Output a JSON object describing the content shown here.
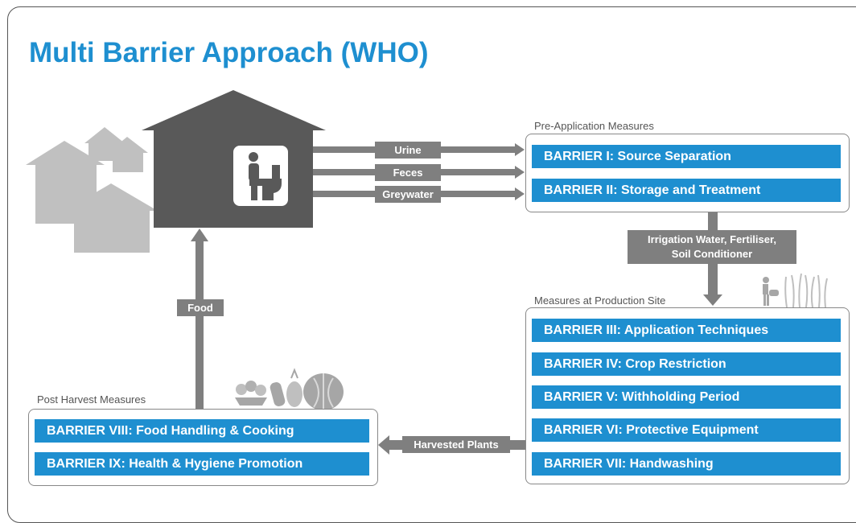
{
  "title": "Multi Barrier Approach (WHO)",
  "sections": {
    "pre_application": "Pre-Application Measures",
    "production_site": "Measures at Production Site",
    "post_harvest": "Post Harvest Measures"
  },
  "flows": {
    "urine": "Urine",
    "feces": "Feces",
    "greywater": "Greywater",
    "irrigation_line1": "Irrigation Water, Fertiliser,",
    "irrigation_line2": "Soil Conditioner",
    "harvested": "Harvested Plants",
    "food": "Food"
  },
  "barriers": {
    "b1": "BARRIER I: Source Separation",
    "b2": "BARRIER II: Storage and Treatment",
    "b3": "BARRIER III: Application Techniques",
    "b4": "BARRIER IV: Crop Restriction",
    "b5": "BARRIER V: Withholding Period",
    "b6": "BARRIER VI: Protective Equipment",
    "b7": "BARRIER VII: Handwashing",
    "b8": "BARRIER VIII: Food Handling & Cooking",
    "b9": "BARRIER IX: Health & Hygiene Promotion"
  },
  "icons": {
    "house": "house-icon",
    "toilet": "toilet-icon",
    "farmer": "farmer-icon",
    "crops": "crops-icon",
    "vegetables": "vegetables-icon"
  },
  "colors": {
    "accent": "#1e8fd0",
    "arrow": "#7f7f7f",
    "house": "#595959",
    "houses_bg": "#c0c0c0"
  }
}
